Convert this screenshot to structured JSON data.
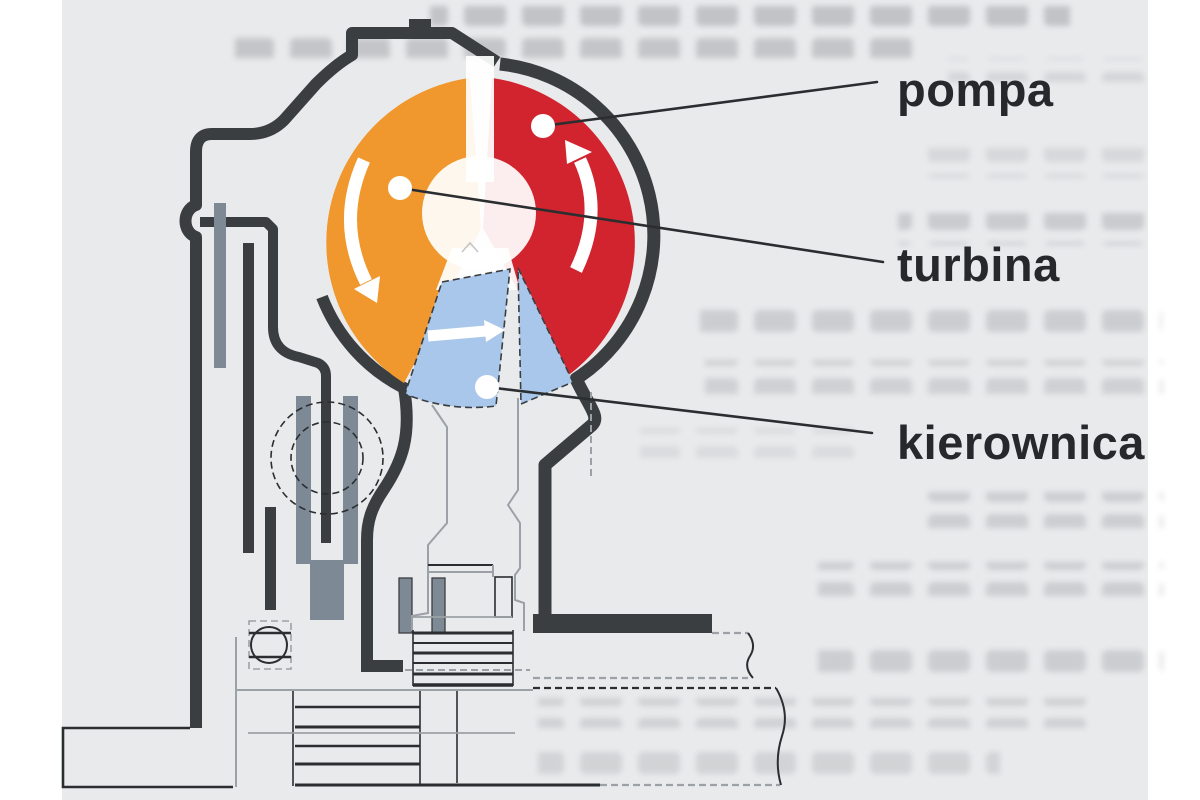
{
  "document": {
    "kind": "scanned textbook figure",
    "figure": "hydrokinetic torque converter cross-section"
  },
  "labels": {
    "pompa": "pompa",
    "turbina": "turbina",
    "kierownica": "kierownica"
  },
  "colors": {
    "pump_red": "#d2242f",
    "turbine_orange": "#f0982d",
    "stator_blue": "#a9c7ea",
    "housing_dark": "#3b3e41",
    "line_dark": "#2b2e31",
    "metal_gray": "#7d8a96",
    "gray_line": "#9ba1a6",
    "paper": "#e9eaec",
    "label_text": "#26282b",
    "arrow_white": "#ffffff"
  }
}
